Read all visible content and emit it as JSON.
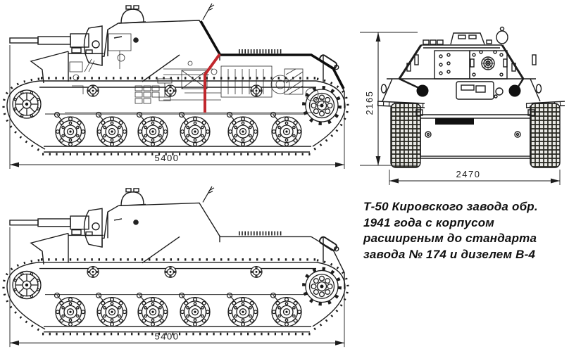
{
  "caption": {
    "line1": "Т-50 Кировского завода обр.",
    "line2": "1941 года с корпусом",
    "line3": "расширеным до стандарта",
    "line4": "завода № 174 и дизелем В-4"
  },
  "dimensions": {
    "side_cutaway_length": "5400",
    "front_height": "2165",
    "front_width": "2470",
    "side_clean_length": "5400"
  },
  "drawings": {
    "top_left": "cutaway side view",
    "top_right": "front elevation",
    "bottom_left": "side profile"
  },
  "colors": {
    "line_art": "#1c1c1c",
    "interior_lines": "#2e2e2e",
    "modified_outline": "#0d0d0d",
    "highlight_red": "#c1272d",
    "background": "#ffffff",
    "caption_text": "#101010"
  }
}
